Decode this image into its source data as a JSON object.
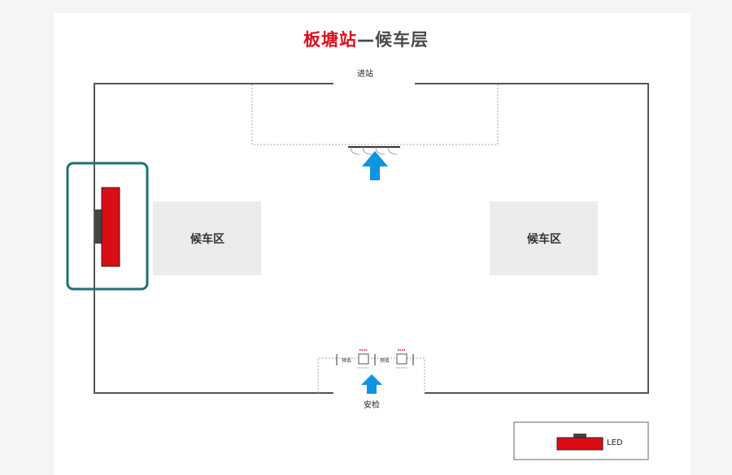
{
  "title": {
    "station": "板塘站",
    "rest": "—候车层"
  },
  "entrance_label": "进站",
  "security_label": "安检",
  "waiting_areas": [
    {
      "label": "候车区"
    },
    {
      "label": "候车区"
    }
  ],
  "security_gates": [
    {
      "label": "预丢"
    },
    {
      "label": "预丢"
    }
  ],
  "legend": {
    "items": [
      {
        "label": "LED",
        "color": "#dc0c15"
      }
    ]
  },
  "colors": {
    "led": "#dc0c15",
    "highlight": "#1e6f78",
    "arrow": "#0f94e1",
    "zone": "#ececec",
    "wall": "#555555"
  }
}
